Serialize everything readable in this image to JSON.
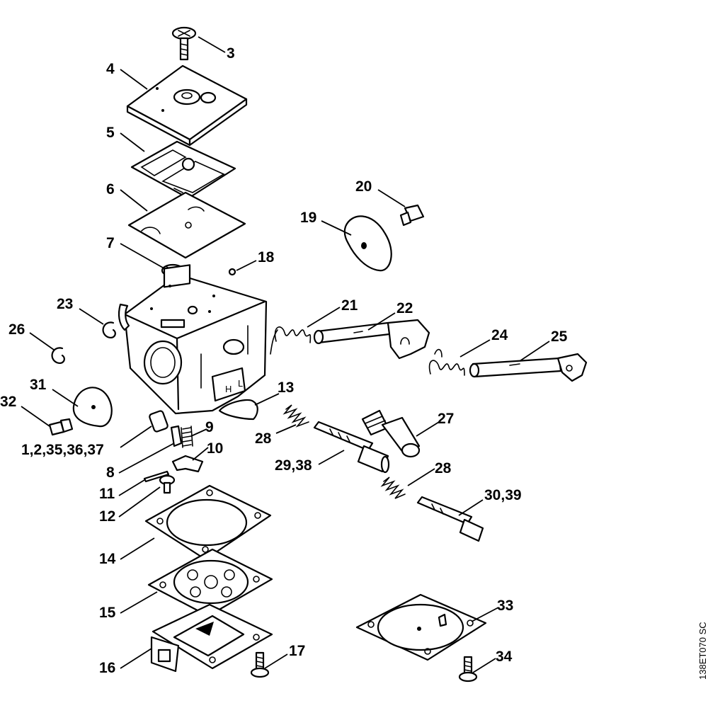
{
  "drawing_reference": "138ET070 SC",
  "callouts": [
    {
      "id": "3",
      "text": "3"
    },
    {
      "id": "4",
      "text": "4"
    },
    {
      "id": "5",
      "text": "5"
    },
    {
      "id": "6",
      "text": "6"
    },
    {
      "id": "7",
      "text": "7"
    },
    {
      "id": "18",
      "text": "18"
    },
    {
      "id": "20",
      "text": "20"
    },
    {
      "id": "19",
      "text": "19"
    },
    {
      "id": "21",
      "text": "21"
    },
    {
      "id": "22",
      "text": "22"
    },
    {
      "id": "23",
      "text": "23"
    },
    {
      "id": "24",
      "text": "24"
    },
    {
      "id": "25",
      "text": "25"
    },
    {
      "id": "26",
      "text": "26"
    },
    {
      "id": "13",
      "text": "13"
    },
    {
      "id": "31",
      "text": "31"
    },
    {
      "id": "32",
      "text": "32"
    },
    {
      "id": "27",
      "text": "27"
    },
    {
      "id": "9",
      "text": "9"
    },
    {
      "id": "28a",
      "text": "28"
    },
    {
      "id": "1-2-35-36-37",
      "text": "1,2,35,36,37"
    },
    {
      "id": "10",
      "text": "10"
    },
    {
      "id": "29-38",
      "text": "29,38"
    },
    {
      "id": "8",
      "text": "8"
    },
    {
      "id": "28b",
      "text": "28"
    },
    {
      "id": "11",
      "text": "11"
    },
    {
      "id": "30-39",
      "text": "30,39"
    },
    {
      "id": "12",
      "text": "12"
    },
    {
      "id": "14",
      "text": "14"
    },
    {
      "id": "33",
      "text": "33"
    },
    {
      "id": "15",
      "text": "15"
    },
    {
      "id": "17",
      "text": "17"
    },
    {
      "id": "34",
      "text": "34"
    },
    {
      "id": "16",
      "text": "16"
    }
  ]
}
